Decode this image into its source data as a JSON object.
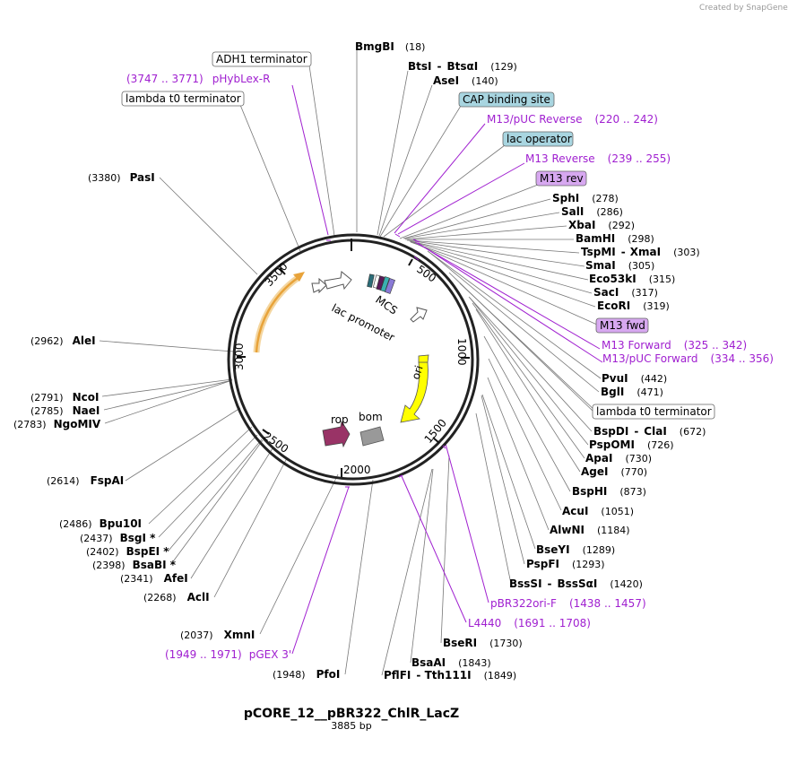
{
  "credit": "Created by SnapGene",
  "plasmid": {
    "name": "pCORE_12__pBR322_ChlR_LacZ",
    "length": "3885 bp"
  },
  "ticks": [
    "500",
    "1000",
    "1500",
    "2000",
    "2500",
    "3000",
    "3500"
  ],
  "features": {
    "lac_promoter": "lac promoter",
    "mcs": "MCS",
    "ori": "ori",
    "rop": "rop",
    "bom": "bom"
  },
  "colors": {
    "ori": "#ffff00",
    "rop": "#993366",
    "bom": "#999999",
    "misc_arc": "#e8a33a",
    "primer": "#a020d0",
    "feature_box": "#a8d5e0",
    "primer_box": "#d7a8f0"
  },
  "sites": [
    {
      "name": "BmgBI",
      "pos": "(18)"
    },
    {
      "name": "BtsI",
      "name2": "BtsαI",
      "pos": "(129)"
    },
    {
      "name": "AseI",
      "pos": "(140)"
    },
    {
      "name": "SphI",
      "pos": "(278)"
    },
    {
      "name": "SalI",
      "pos": "(286)"
    },
    {
      "name": "XbaI",
      "pos": "(292)"
    },
    {
      "name": "BamHI",
      "pos": "(298)"
    },
    {
      "name": "TspMI",
      "name2": "XmaI",
      "pos": "(303)"
    },
    {
      "name": "SmaI",
      "pos": "(305)"
    },
    {
      "name": "Eco53kI",
      "pos": "(315)"
    },
    {
      "name": "SacI",
      "pos": "(317)"
    },
    {
      "name": "EcoRI",
      "pos": "(319)"
    },
    {
      "name": "PvuI",
      "pos": "(442)"
    },
    {
      "name": "BglI",
      "pos": "(471)"
    },
    {
      "name": "BspDI",
      "name2": "ClaI",
      "pos": "(672)"
    },
    {
      "name": "PspOMI",
      "pos": "(726)"
    },
    {
      "name": "ApaI",
      "pos": "(730)"
    },
    {
      "name": "AgeI",
      "pos": "(770)"
    },
    {
      "name": "BspHI",
      "pos": "(873)"
    },
    {
      "name": "AcuI",
      "pos": "(1051)"
    },
    {
      "name": "AlwNI",
      "pos": "(1184)"
    },
    {
      "name": "BseYI",
      "pos": "(1289)"
    },
    {
      "name": "PspFI",
      "pos": "(1293)"
    },
    {
      "name": "BssSI",
      "name2": "BssSαI",
      "pos": "(1420)"
    },
    {
      "name": "BseRI",
      "pos": "(1730)"
    },
    {
      "name": "BsaAI",
      "pos": "(1843)"
    },
    {
      "name": "PflFI",
      "name2": "Tth111I",
      "pos": "(1849)"
    },
    {
      "name": "PfoI",
      "pos": "(1948)"
    },
    {
      "name": "XmnI",
      "pos": "(2037)"
    },
    {
      "name": "AclI",
      "pos": "(2268)"
    },
    {
      "name": "AfeI",
      "pos": "(2341)"
    },
    {
      "name": "BsaBI *",
      "pos": "(2398)"
    },
    {
      "name": "BspEI *",
      "pos": "(2402)"
    },
    {
      "name": "BsgI *",
      "pos": "(2437)"
    },
    {
      "name": "Bpu10I",
      "pos": "(2486)"
    },
    {
      "name": "FspAI",
      "pos": "(2614)"
    },
    {
      "name": "NgoMIV",
      "pos": "(2783)"
    },
    {
      "name": "NaeI",
      "pos": "(2785)"
    },
    {
      "name": "NcoI",
      "pos": "(2791)"
    },
    {
      "name": "AleI",
      "pos": "(2962)"
    },
    {
      "name": "PasI",
      "pos": "(3380)"
    }
  ],
  "primers": [
    {
      "name": "pHybLex-R",
      "range": "(3747 .. 3771)"
    },
    {
      "name": "M13/pUC Reverse",
      "range": "(220 .. 242)"
    },
    {
      "name": "M13 Reverse",
      "range": "(239 .. 255)"
    },
    {
      "name": "M13 Forward",
      "range": "(325 .. 342)"
    },
    {
      "name": "M13/pUC Forward",
      "range": "(334 .. 356)"
    },
    {
      "name": "pBR322ori-F",
      "range": "(1438 .. 1457)"
    },
    {
      "name": "L4440",
      "range": "(1691 .. 1708)"
    },
    {
      "name": "pGEX 3'",
      "range": "(1949 .. 1971)"
    }
  ],
  "boxes": {
    "adh1": "ADH1 terminator",
    "lambda_top": "lambda t0 terminator",
    "cap": "CAP binding site",
    "lac_op": "lac operator",
    "m13rev": "M13 rev",
    "m13fwd": "M13 fwd",
    "lambda_right": "lambda t0 terminator"
  }
}
